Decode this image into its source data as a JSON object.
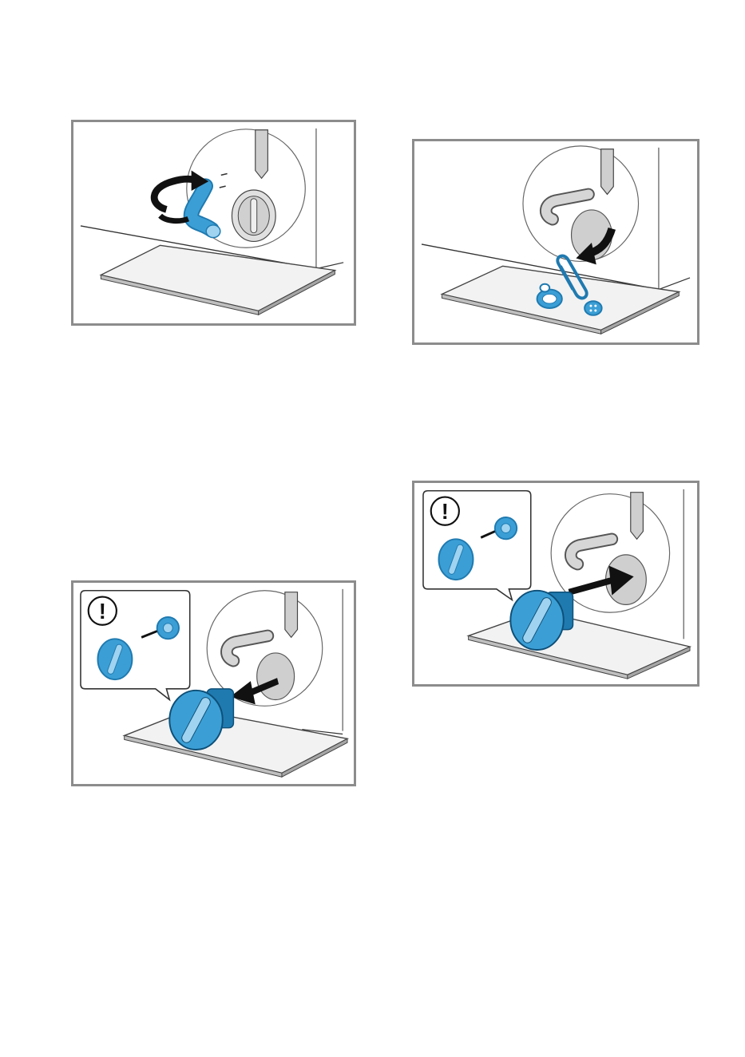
{
  "document": {
    "illustrations": [
      {
        "step": "remove-emergency-drain-hose",
        "icon": "curved-arrow-icon"
      },
      {
        "step": "remove-foreign-objects",
        "icon": "down-arrow-icon"
      },
      {
        "step": "remove-filter-cap",
        "icon": "pull-arrow-icon"
      },
      {
        "step": "insert-filter-cap",
        "icon": "push-arrow-icon"
      }
    ],
    "warning_symbol": "!"
  },
  "colors": {
    "frame": "#8c8c8c",
    "accent_blue": "#3b9fd6",
    "accent_blue_dark": "#1f7ab0",
    "machine_grey": "#d9d9d9",
    "line": "#333333"
  }
}
